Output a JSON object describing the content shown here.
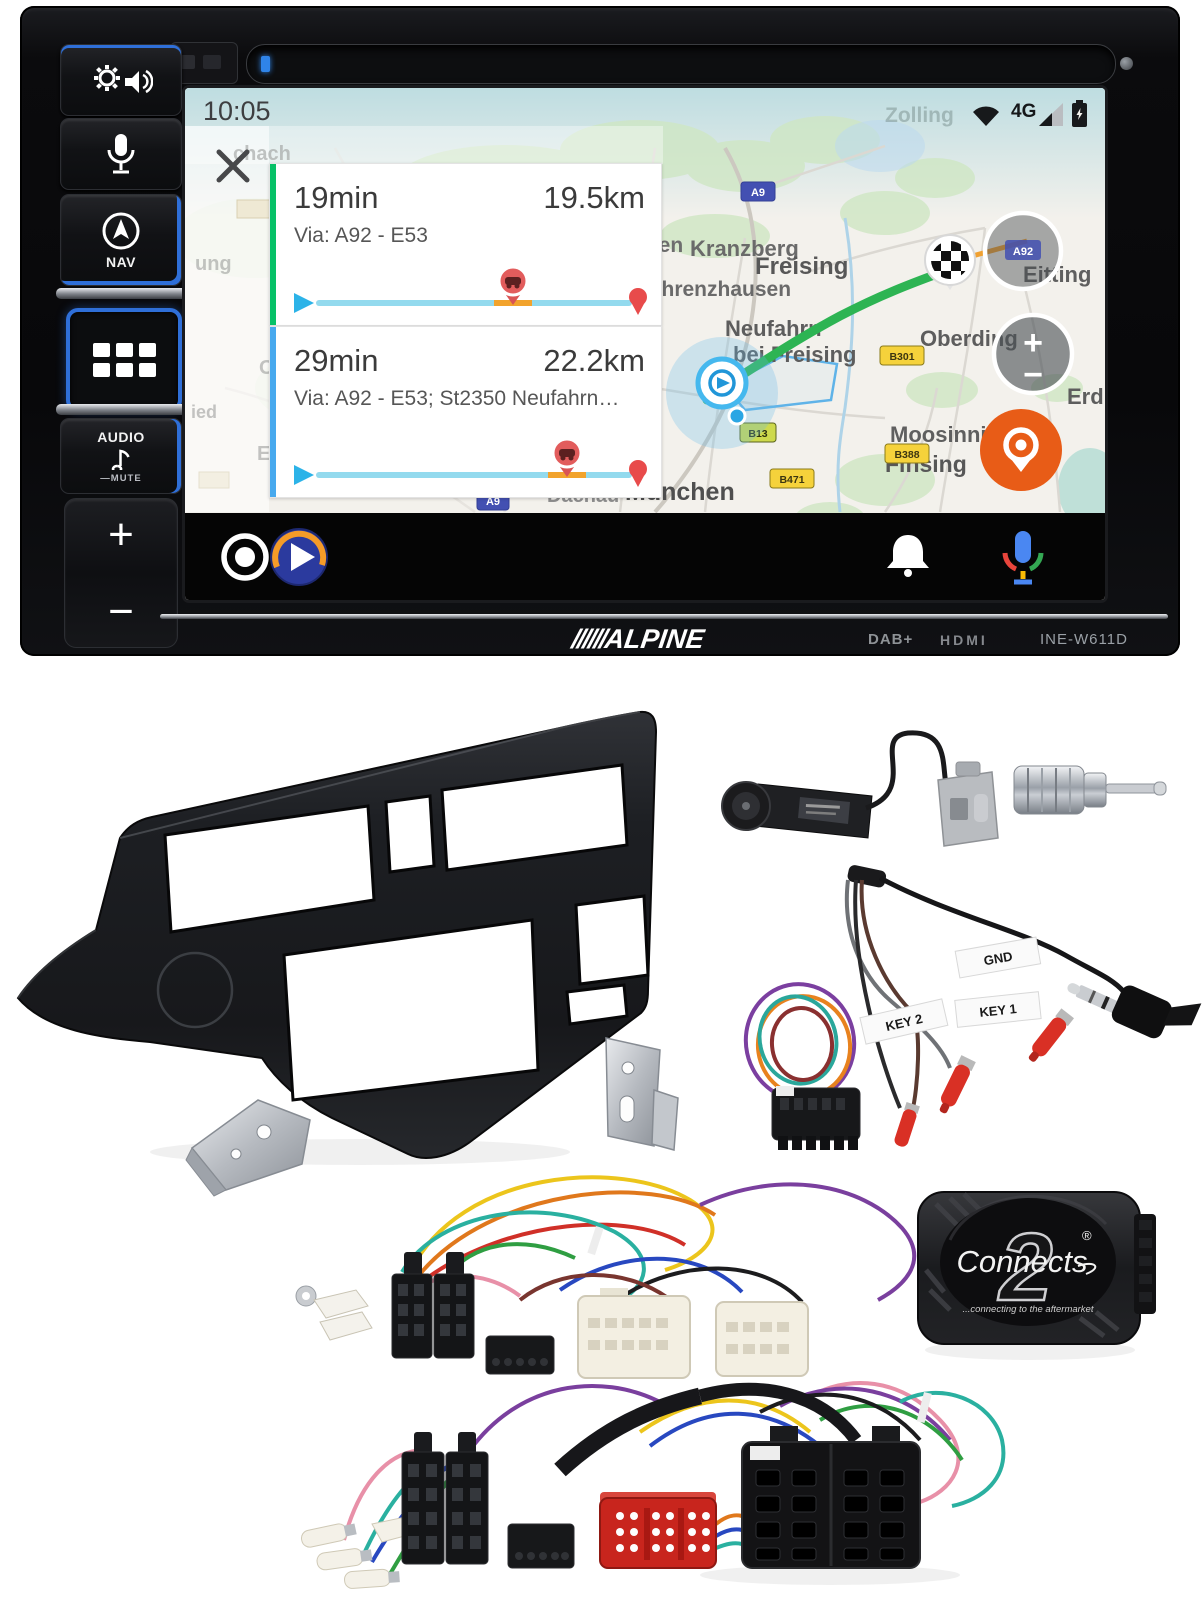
{
  "head_unit": {
    "brand_slashes": "//////",
    "brand": "ALPINE",
    "dab_logo": "DAB+",
    "hdmi_logo": "HDMI",
    "model": "INE-W611D",
    "accent_blue": "#2f6fd8",
    "buttons": {
      "nav": "NAV",
      "audio": "AUDIO",
      "mute": "MUTE",
      "volume_up": "+",
      "volume_down": "−"
    }
  },
  "screen": {
    "status_bar": {
      "clock": "10:05",
      "network_badge": "4G",
      "faded_town": "Zolling"
    },
    "route_options": [
      {
        "duration": "19min",
        "distance": "19.5km",
        "via": "Via: A92 - E53",
        "accent_color": "#06c167"
      },
      {
        "duration": "29min",
        "distance": "22.2km",
        "via": "Via: A92 - E53; St2350 Neufahrn…",
        "accent_color": "#47a9ee"
      }
    ],
    "map": {
      "towns": {
        "kranzberg": "Kranzberg",
        "freising": "Freising",
        "fahrenzhausen": "Fahrenzhausen",
        "hausen_fragment": "sen",
        "neufahrn_1": "Neufahrn",
        "neufahrn_2": "bei Freising",
        "oberding": "Oberding",
        "eitting": "Eitting",
        "erding": "Erding",
        "moosinning": "Moosinning",
        "finsing": "Finsing",
        "muenchen": "München",
        "dachau": "Dachau",
        "fragment_1": "chach",
        "fragment_2": "ung",
        "fragment_3": "Oc",
        "fragment_4": "ied",
        "fragment_5": "Eg"
      },
      "road_badges": {
        "a9": "A9",
        "a9_south": "A9",
        "a92": "A92",
        "b301": "B301",
        "b13": "B13",
        "b471": "B471",
        "b388": "B388"
      },
      "zoom_in": "+",
      "zoom_out": "−",
      "route_color": "#2db453",
      "waze_orange": "#e85c17"
    }
  },
  "accessories": {
    "swc_labels": {
      "gnd": "GND",
      "key1": "KEY 1",
      "key2": "KEY 2"
    },
    "interface_box": {
      "brand_script": "Connects",
      "brand_number": "2",
      "registered": "®",
      "tagline": "...connecting to the aftermarket"
    }
  }
}
